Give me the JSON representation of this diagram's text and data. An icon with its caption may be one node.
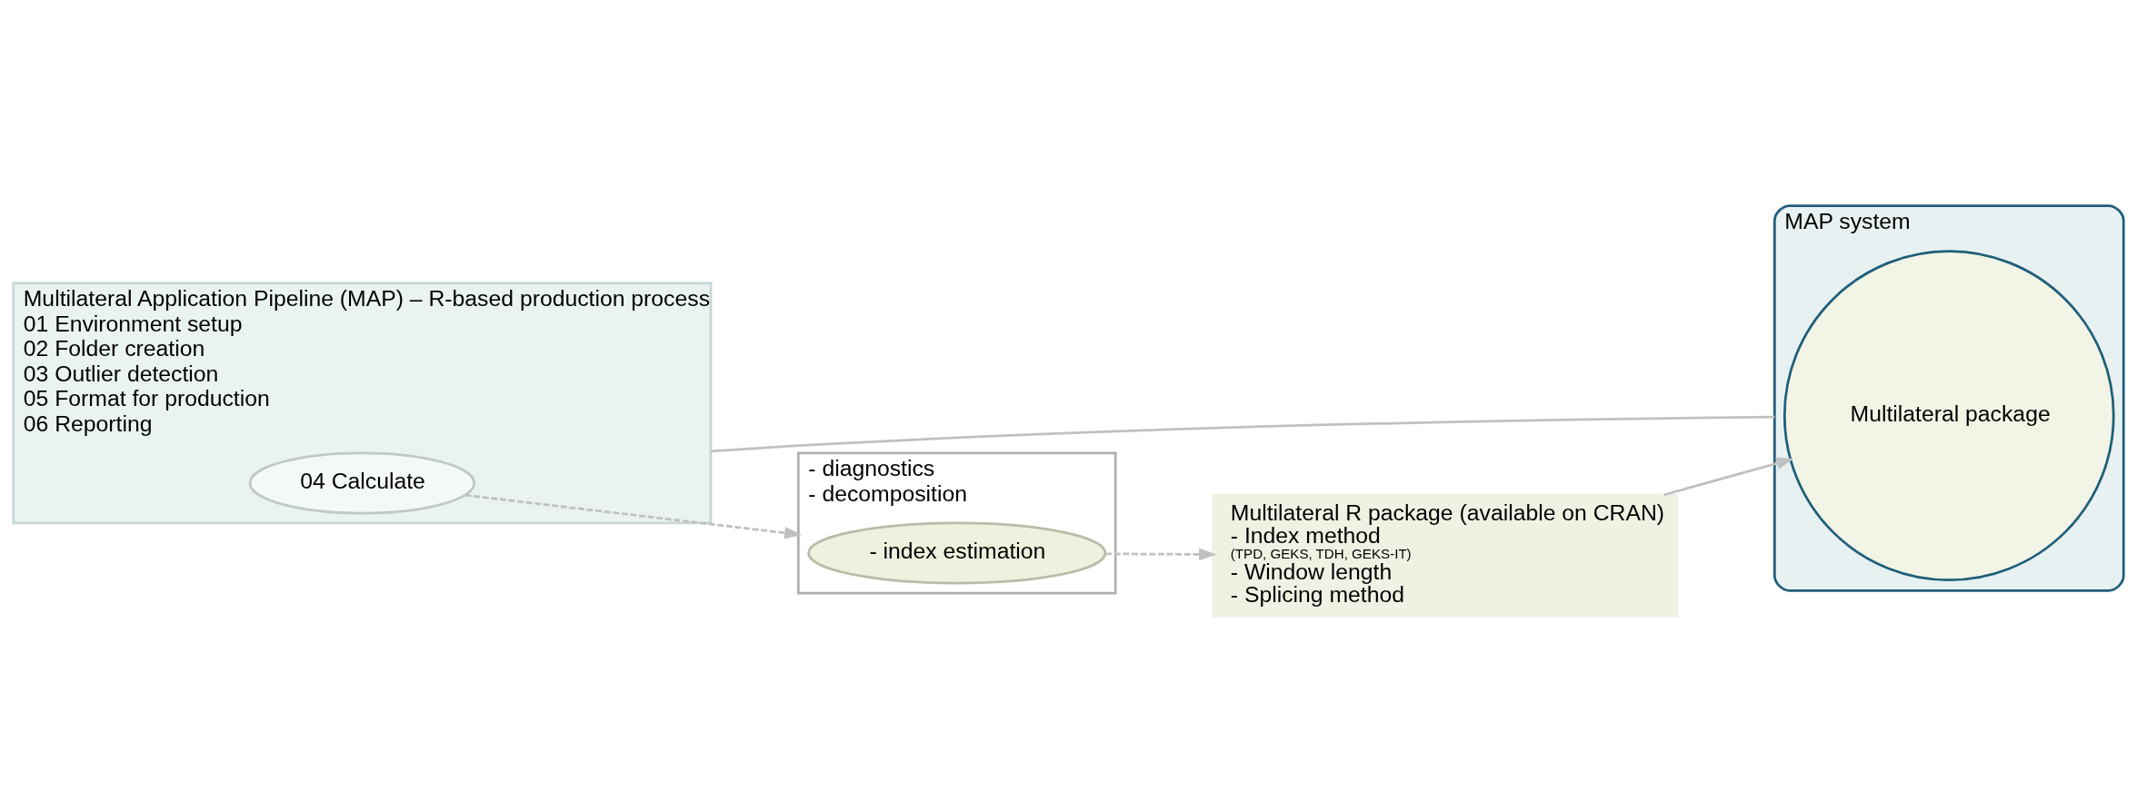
{
  "diagram": {
    "nodes": [
      {
        "text": [
          "Multilateral Application Pipeline (MAP) – R-based production process",
          "01 Environment setup",
          "02 Folder creation",
          "03 Outlier detection",
          "05 Format for production",
          "06 Reporting"
        ]
      },
      {
        "text": [
          "04 Calculate"
        ],
        "in": 0
      },
      {
        "text": [
          "MAP system"
        ]
      },
      {
        "text": [
          "Multilateral package"
        ],
        "in": 2
      },
      {
        "text": [
          "- diagnostics",
          "- decomposition"
        ]
      },
      {
        "text": [
          "- index estimation"
        ],
        "in": 4
      },
      {
        "text": [
          "Multilateral R package (available on CRAN)",
          "- Index method",
          "(TPD, GEKS, TDH, GEKS-IT)",
          "- Window length",
          "- Splicing method"
        ]
      }
    ],
    "edges": [
      {
        "from": 0,
        "to": 2,
        "arrow": "none"
      },
      {
        "from": 6,
        "to": 3,
        "arrow": "to"
      },
      {
        "from": 1,
        "to": 4,
        "arrow": "to",
        "style": "dashed"
      },
      {
        "from": 5,
        "to": 6,
        "arrow": "to",
        "style": "dashed"
      }
    ]
  }
}
